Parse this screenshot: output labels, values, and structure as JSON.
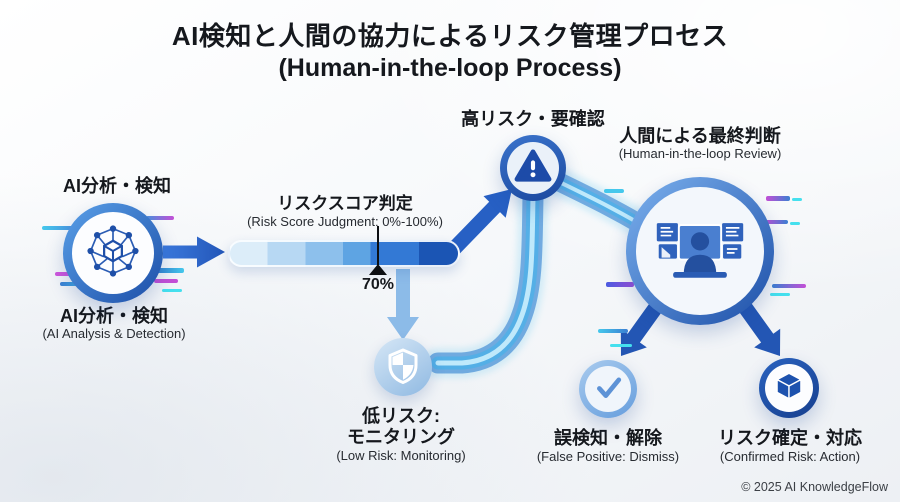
{
  "title": {
    "line1": "AI検知と人間の協力によるリスク管理プロセス",
    "line2": "(Human-in-the-loop Process)"
  },
  "nodes": {
    "ai": {
      "top_label": "AI分析・検知",
      "label": "AI分析・検知",
      "sublabel": "(AI Analysis & Detection)",
      "icon": "ai-network-icon"
    },
    "risk_score": {
      "title": "リスクスコア判定",
      "subtitle": "(Risk Score Judgment: 0%-100%)",
      "threshold_label": "70%",
      "threshold_percent": 70,
      "bar_colors": [
        "#dcedf9",
        "#b7d8f3",
        "#8dc0ec",
        "#5ea4e3",
        "#3379d5",
        "#1b55b4"
      ]
    },
    "high_risk": {
      "label": "高リスク・要確認",
      "icon": "warning-icon"
    },
    "human_review": {
      "label": "人間による最終判断",
      "sublabel": "(Human-in-the-loop Review)",
      "icon": "analyst-monitors-icon"
    },
    "low_risk": {
      "label_line1": "低リスク:",
      "label_line2": "モニタリング",
      "sublabel": "(Low Risk: Monitoring)",
      "icon": "shield-icon"
    },
    "false_positive": {
      "label": "誤検知・解除",
      "sublabel": "(False Positive: Dismiss)",
      "icon": "check-icon"
    },
    "confirmed_risk": {
      "label": "リスク確定・対応",
      "sublabel": "(Confirmed Risk: Action)",
      "icon": "box-icon"
    }
  },
  "footer": {
    "copyright": "© 2025 AI KnowledgeFlow"
  },
  "colors": {
    "accent_blue": "#2b66cc",
    "dark_blue": "#1d4fa8",
    "light_blue": "#8cbbe8",
    "stream_cyan": "#4fb0e8",
    "glitch_cyan": "#45e0ee",
    "glitch_magenta": "#c44fd6",
    "marker_black": "#0d0f13",
    "text": "#15181d",
    "background": "#f2f5f8"
  }
}
